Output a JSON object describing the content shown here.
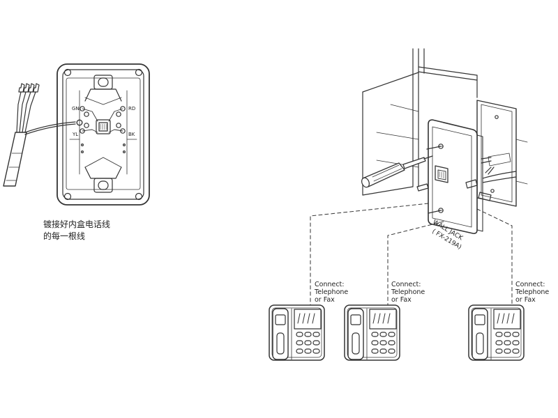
{
  "instruction_cn": {
    "line1": "镀接好内盒电话线",
    "line2": "的每一根线"
  },
  "terminals": {
    "gn": "GN",
    "rd": "RD",
    "yl": "YL",
    "bk": "BK"
  },
  "wall_jack": {
    "label": "WALL JACK",
    "model": "( FX-219A)"
  },
  "connect_notes": [
    {
      "line1": "Connect:",
      "line2": "Telephone",
      "line3": "or Fax"
    },
    {
      "line1": "Connect:",
      "line2": "Telephone",
      "line3": "or Fax"
    },
    {
      "line1": "Connect:",
      "line2": "Telephone",
      "line3": "or Fax"
    }
  ],
  "colors": {
    "line": "#333333",
    "text": "#222222",
    "background": "#ffffff"
  }
}
